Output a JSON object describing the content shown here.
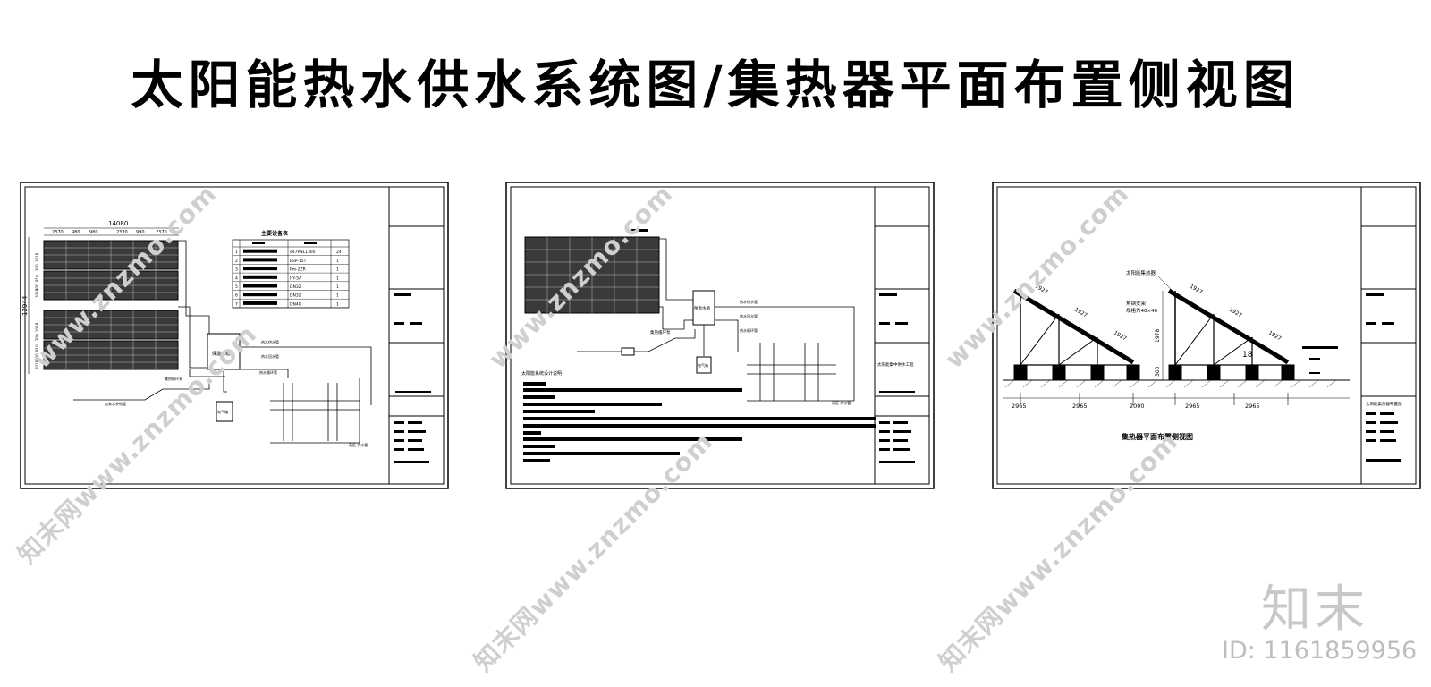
{
  "title": "太阳能热水供水系统图/集热器平面布置侧视图",
  "sheet1": {
    "dim_total": "14080",
    "dim_segments": [
      "2370",
      "980",
      "980",
      "2370",
      "990",
      "2370"
    ],
    "dim_height": "12944",
    "side_dims": [
      "1018",
      "300",
      "810",
      "300",
      "1018",
      "1018",
      "300",
      "810",
      "300",
      "1018"
    ],
    "table_title": "主要设备表",
    "table_rows": [
      {
        "no": "1",
        "spec": "e47PNL1300",
        "qty": "24"
      },
      {
        "no": "2",
        "spec": "ESP-15T",
        "qty": "1"
      },
      {
        "no": "3",
        "spec": "Pm-2ZR",
        "qty": "1"
      },
      {
        "no": "4",
        "spec": "HY-5A",
        "qty": "1"
      },
      {
        "no": "5",
        "spec": "DN32",
        "qty": "1"
      },
      {
        "no": "6",
        "spec": "DN32",
        "qty": "1"
      },
      {
        "no": "7",
        "spec": "DN40",
        "qty": "1"
      }
    ],
    "tank_label": "保温水箱",
    "heater_label": "电气箱",
    "pipe_labels": [
      "热水供水管",
      "集热循环泵",
      "热水循环管",
      "热水回水管",
      "自来水补给管",
      "高区 供水管"
    ]
  },
  "sheet2": {
    "tank_label": "保温水箱",
    "heater_label": "电气箱",
    "pump_label": "集热循环泵",
    "pipe_labels": [
      "热水供水管",
      "热水回水管",
      "热水循环管",
      "高区 供水管"
    ],
    "notes_title": "太阳能系统设计说明：",
    "titleblock_label": "太阳能集中供水工程"
  },
  "sheet3": {
    "slope_dims": [
      "1927",
      "1927",
      "1927"
    ],
    "collector_label": "太阳能集热器",
    "support_label1": "角钢支架",
    "support_label2": "规格为40×40",
    "height_dims": [
      "1978",
      "300"
    ],
    "angle_label": "18",
    "base_dims": [
      "2965",
      "2965",
      "2000",
      "2965",
      "2965"
    ],
    "caption": "集热器平面布置侧视图",
    "titleblock_label": "太阳能集热器布置图"
  },
  "watermarks": [
    "www.znzmo.com",
    "知末网www.znzmo.com"
  ],
  "logo": "知末",
  "image_id": "ID: 1161859956"
}
